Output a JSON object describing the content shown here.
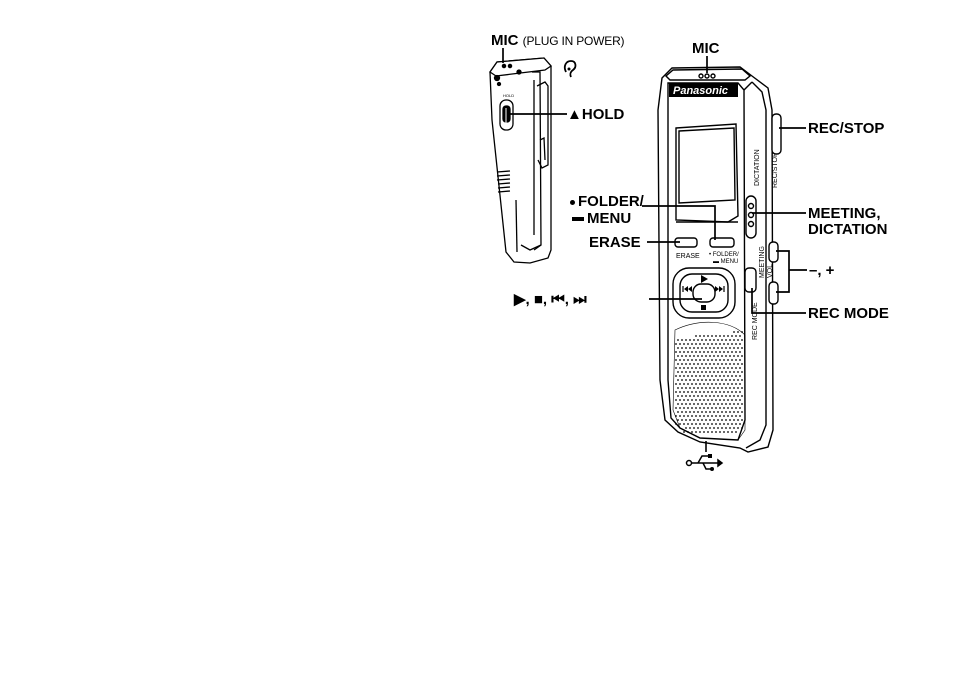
{
  "labels": {
    "mic_top_bold": "MIC",
    "mic_top_paren": "(PLUG IN POWER)",
    "mic_right": "MIC",
    "hold_symbol": "▲",
    "hold": "HOLD",
    "rec_stop": "REC/STOP",
    "folder": "FOLDER/",
    "menu": "MENU",
    "erase": "ERASE",
    "meeting": "MEETING,",
    "dictation": "DICTATION",
    "minus_plus": "–, +",
    "play_controls": "▶, ■, ⏮, ⏭",
    "rec_mode": "REC MODE"
  },
  "device_text": {
    "brand": "Panasonic",
    "erase_print": "ERASE",
    "folder_print": "• FOLDER/",
    "menu_print": "▬ MENU",
    "dictation_print": "DICTATION",
    "rec_stop_print": "REC/STOP",
    "meeting_print": "MEETING",
    "vol_print": "VOL",
    "rec_mode_print": "REC MODE",
    "hold_print": "HOLD"
  },
  "icons": {
    "headphone": "headphone-icon",
    "usb": "usb-icon"
  }
}
